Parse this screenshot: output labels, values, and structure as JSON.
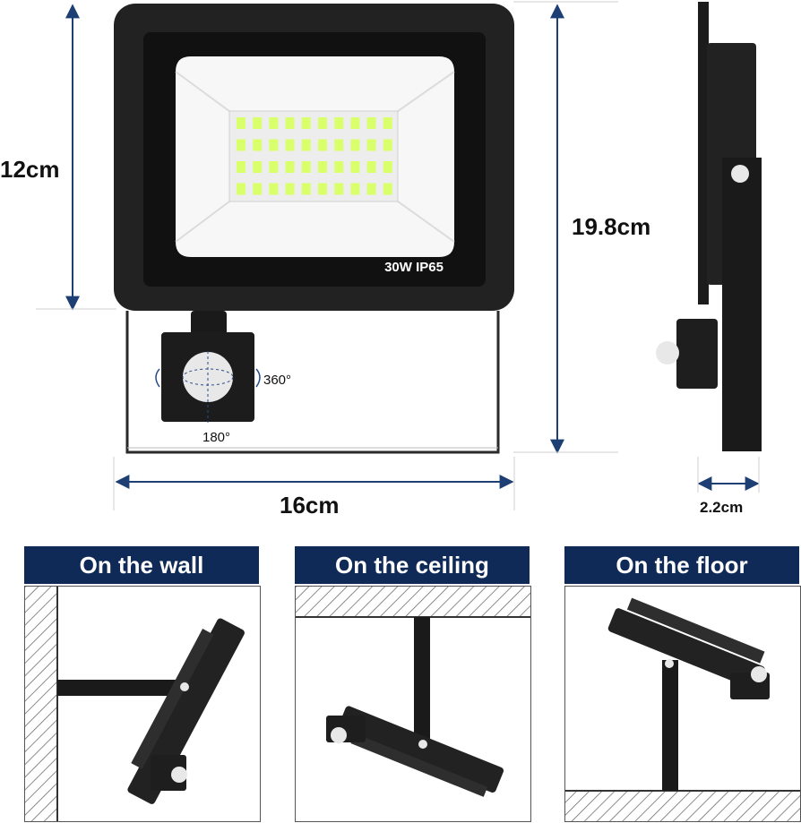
{
  "dimensions": {
    "front_height": "12cm",
    "total_height": "19.8cm",
    "width": "16cm",
    "depth": "2.2cm"
  },
  "product": {
    "label": "30W IP65",
    "sensor_horizontal": "360°",
    "sensor_vertical": "180°"
  },
  "mounting": [
    {
      "label": "On the wall"
    },
    {
      "label": "On the ceiling"
    },
    {
      "label": "On the floor"
    }
  ],
  "colors": {
    "header_bg": "#0f2a57",
    "dimension_line": "#1d3f73",
    "housing": "#1e1e1e",
    "led_panel": "#f6f6f6",
    "led_chip": "#d9ff6a"
  }
}
